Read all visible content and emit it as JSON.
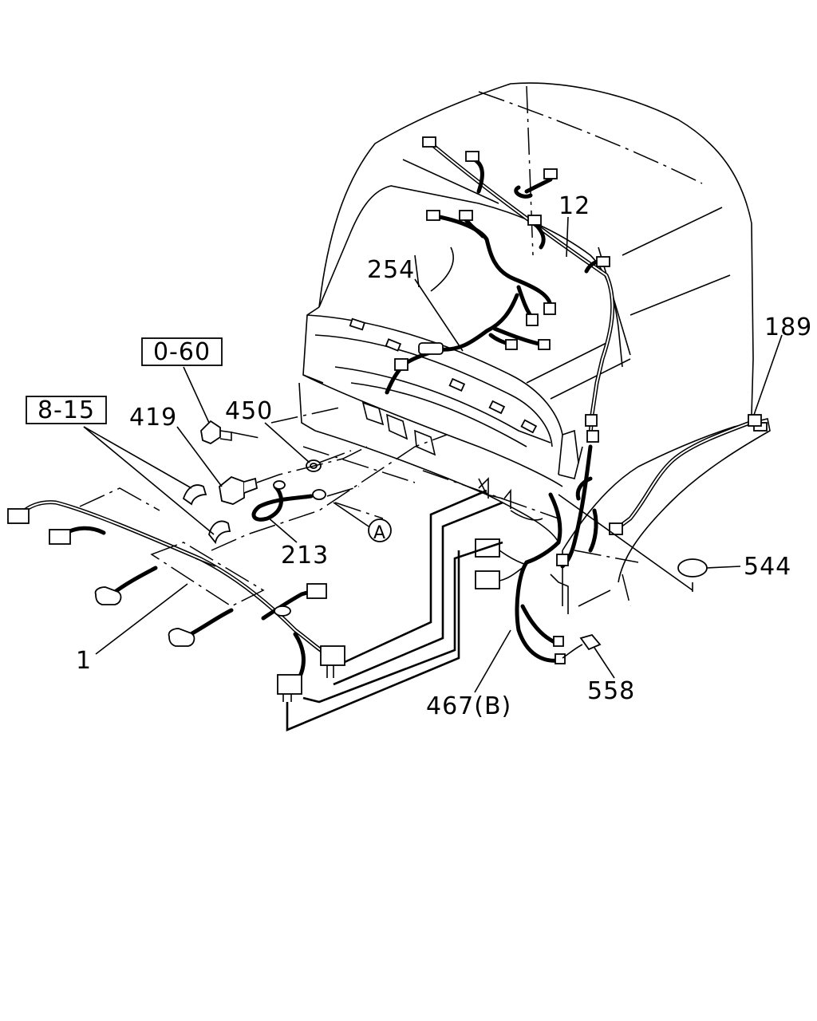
{
  "labels": {
    "p12": "12",
    "p254": "254",
    "p189": "189",
    "p0_60": "0-60",
    "p8_15": "8-15",
    "p419": "419",
    "p450": "450",
    "p213": "213",
    "pA": "A",
    "p544": "544",
    "p1": "1",
    "p467B": "467(B)",
    "p558": "558"
  }
}
